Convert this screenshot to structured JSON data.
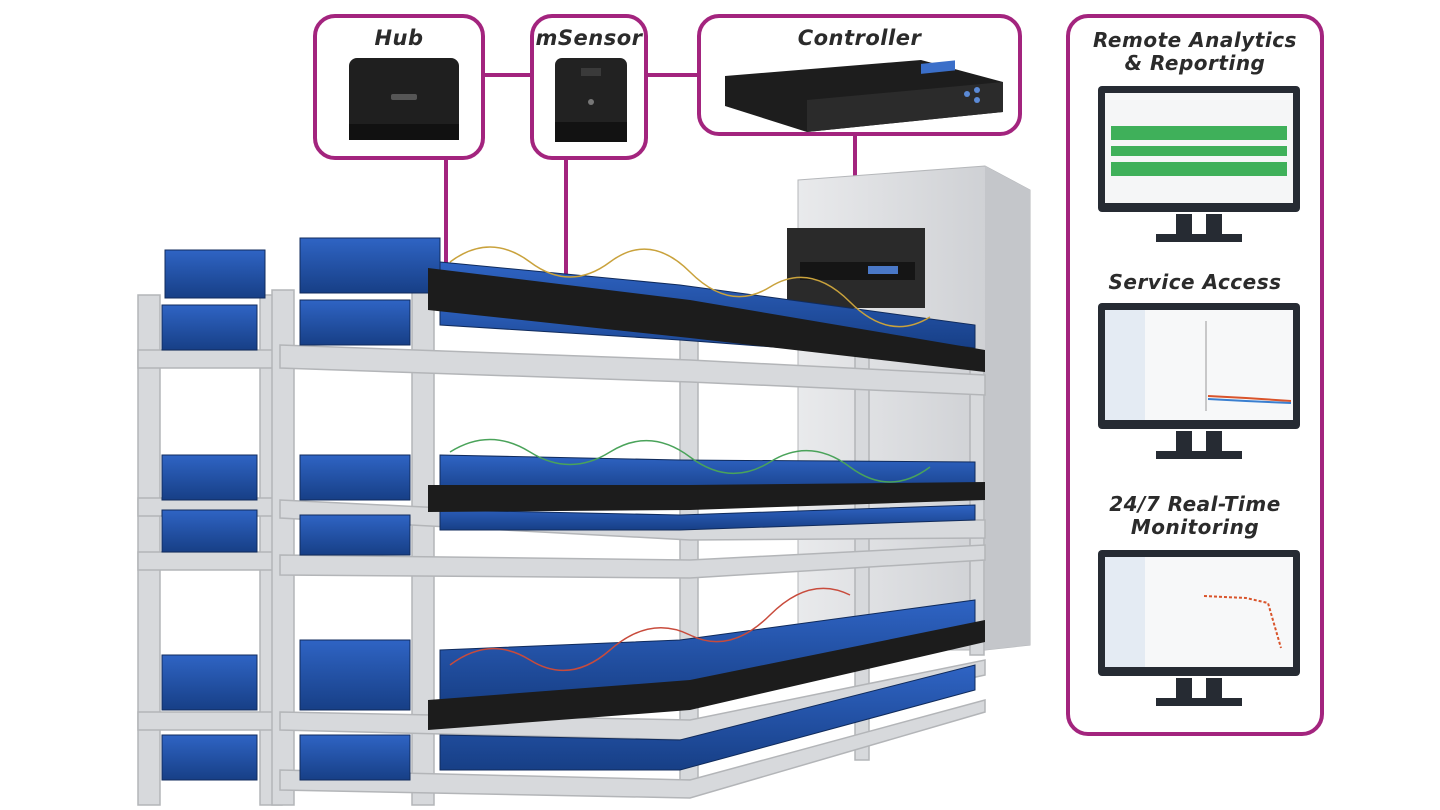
{
  "callouts": {
    "hub": {
      "title": "Hub"
    },
    "msensor": {
      "title": "mSensor"
    },
    "controller": {
      "title": "Controller"
    }
  },
  "panel": {
    "remote": {
      "title_line1": "Remote Analytics",
      "title_line2": "& Reporting"
    },
    "service": {
      "title": "Service Access"
    },
    "monitoring": {
      "title_line1": "24/7 Real-Time",
      "title_line2": "Monitoring"
    }
  },
  "colors": {
    "accent": "#a3247e",
    "battery": "#1e4fa3",
    "rack": "#d7d9dc",
    "device": "#1f1f1f"
  },
  "icons": [
    "hub-device-icon",
    "msensor-device-icon",
    "controller-device-icon",
    "monitor-icon"
  ]
}
